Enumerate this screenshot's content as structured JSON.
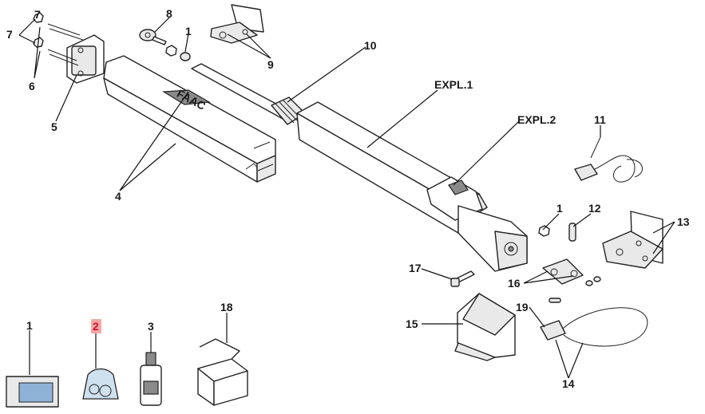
{
  "diagram": {
    "highlight_color": "#f4a6a6",
    "callouts": [
      {
        "id": "c1a",
        "text": "1"
      },
      {
        "id": "c1b",
        "text": "1"
      },
      {
        "id": "c1c",
        "text": "1"
      },
      {
        "id": "c2",
        "text": "2",
        "highlighted": true
      },
      {
        "id": "c3",
        "text": "3"
      },
      {
        "id": "c4",
        "text": "4"
      },
      {
        "id": "c5",
        "text": "5"
      },
      {
        "id": "c6",
        "text": "6"
      },
      {
        "id": "c7",
        "text": "7"
      },
      {
        "id": "c8",
        "text": "8"
      },
      {
        "id": "c9",
        "text": "9"
      },
      {
        "id": "c10",
        "text": "10"
      },
      {
        "id": "c11",
        "text": "11"
      },
      {
        "id": "c12",
        "text": "12"
      },
      {
        "id": "c13",
        "text": "13"
      },
      {
        "id": "c14",
        "text": "14"
      },
      {
        "id": "c15",
        "text": "15"
      },
      {
        "id": "c16",
        "text": "16"
      },
      {
        "id": "c17",
        "text": "17"
      },
      {
        "id": "c18",
        "text": "18"
      },
      {
        "id": "c19",
        "text": "19"
      },
      {
        "id": "expl1",
        "text": "EXPL.1"
      },
      {
        "id": "expl2",
        "text": "EXPL.2"
      }
    ],
    "brand_logo": "FAAC"
  }
}
